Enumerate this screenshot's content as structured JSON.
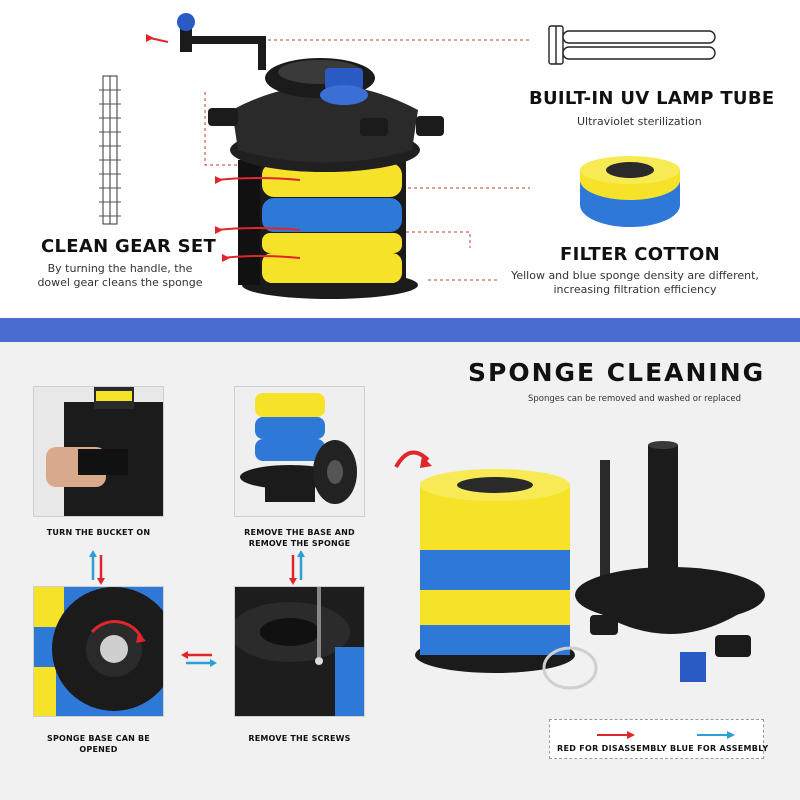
{
  "features": {
    "uv_lamp": {
      "title": "BUILT-IN UV LAMP TUBE",
      "desc": "Ultraviolet sterilization"
    },
    "filter_cotton": {
      "title": "FILTER COTTON",
      "desc_line1": "Yellow and blue sponge density are different,",
      "desc_line2": "increasing filtration efficiency"
    },
    "gear_set": {
      "title": "CLEAN GEAR SET",
      "desc_line1": "By turning the handle, the",
      "desc_line2": "dowel gear cleans the sponge"
    }
  },
  "cleaning": {
    "title": "SPONGE CLEANING",
    "subtitle": "Sponges can be removed and washed or replaced",
    "steps": [
      {
        "caption": "TURN THE BUCKET ON"
      },
      {
        "caption_line1": "REMOVE THE BASE AND",
        "caption_line2": "REMOVE THE SPONGE"
      },
      {
        "caption": "SPONGE BASE CAN BE OPENED"
      },
      {
        "caption": "REMOVE THE SCREWS"
      }
    ],
    "legend": {
      "text": "RED FOR DISASSEMBLY BLUE FOR ASSEMBLY"
    }
  },
  "colors": {
    "band": "#4a6bd0",
    "sponge_yellow": "#f6e229",
    "sponge_blue": "#2e79d8",
    "arrow_red": "#e0262a",
    "arrow_blue": "#2b9fd6",
    "body_black": "#1b1b1b"
  }
}
